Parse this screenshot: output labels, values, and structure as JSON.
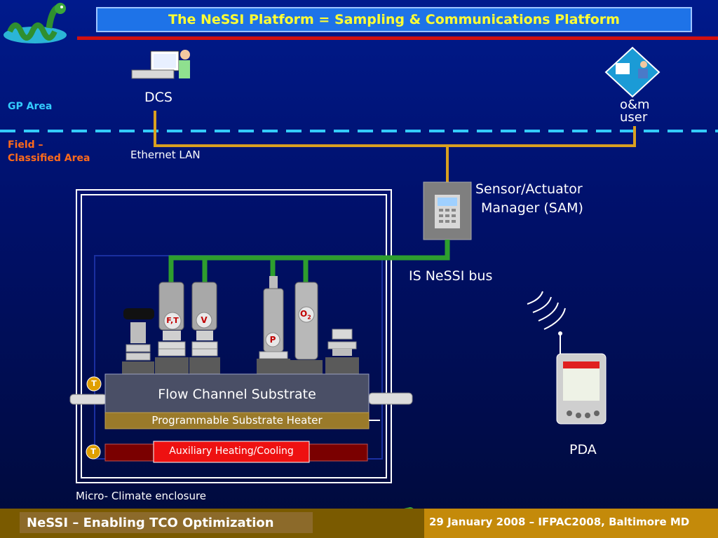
{
  "title": "The NeSSI Platform = Sampling & Communications Platform",
  "areas": {
    "gp": "GP Area",
    "field_line1": "Field –",
    "field_line2": "Classified Area"
  },
  "nodes": {
    "dcs": "DCS",
    "om_line1": "o&m",
    "om_line2": "user",
    "ethernet": "Ethernet LAN",
    "sam_line1": "Sensor/Actuator",
    "sam_line2": "Manager (SAM)",
    "bus": "IS NeSSI bus",
    "pda": "PDA",
    "enclosure": "Micro- Climate enclosure"
  },
  "components": {
    "ft": "F,T",
    "v": "V",
    "p": "P",
    "o2": "O",
    "o2_sub": "2",
    "t1": "T",
    "t2": "T"
  },
  "blocks": {
    "substrate": "Flow Channel Substrate",
    "heater": "Programmable Substrate Heater",
    "aux": "Auxiliary Heating/Cooling"
  },
  "footer": {
    "left": "NeSSI – Enabling TCO Optimization",
    "right": "29 January 2008 –  IFPAC2008,  Baltimore MD"
  },
  "colors": {
    "title_bg": "#1e73e8",
    "title_text": "#ffff33",
    "gp_text": "#33ccff",
    "field_text": "#ff6a1a",
    "lan": "#d9a020",
    "bus": "#2e9e2e",
    "dashed_divider": "#33ccff"
  }
}
